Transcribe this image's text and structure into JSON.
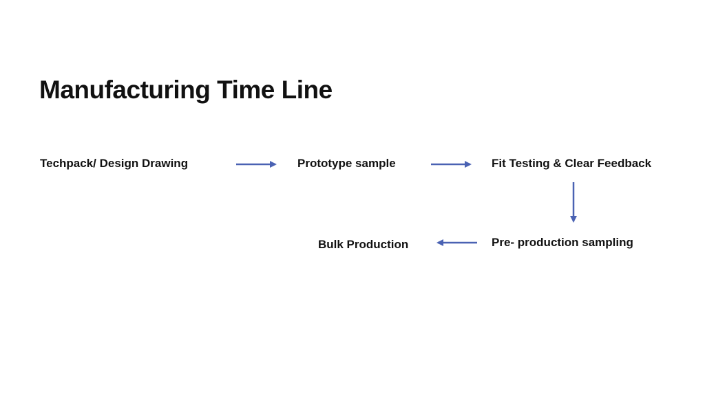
{
  "title": "Manufacturing Time Line",
  "steps": [
    "Techpack/ Design Drawing",
    "Prototype sample",
    "Fit Testing & Clear Feedback",
    "Pre- production sampling",
    "Bulk Production"
  ],
  "colors": {
    "arrow": "#4a62b3",
    "text": "#111111"
  }
}
